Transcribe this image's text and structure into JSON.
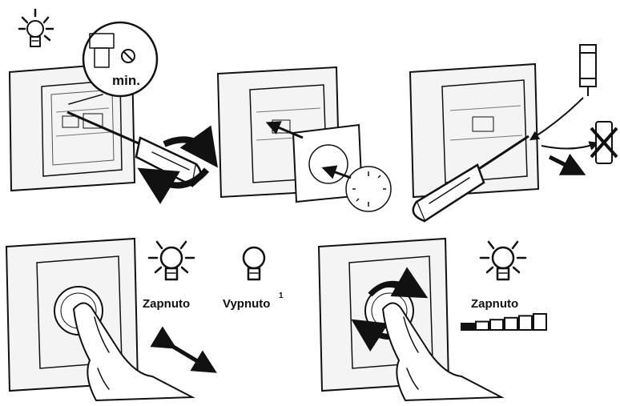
{
  "panels": {
    "p1": {
      "zoom_label": "min."
    },
    "p4": {
      "on_label": "Zapnuto",
      "off_label": "Vypnuto",
      "off_footnote": "1"
    },
    "p5": {
      "on_label": "Zapnuto",
      "level_segments": 6
    }
  },
  "colors": {
    "line": "#111111",
    "frame_fill": "#f4f4f4",
    "background": "#ffffff"
  },
  "icons": [
    "bulb-glowing-icon",
    "screwdriver-icon",
    "rotate-arrows-icon",
    "fuse-icon",
    "crossed-out-fuse-icon",
    "arrow-icon",
    "hand-icon",
    "double-arrow-icon",
    "bulb-off-icon",
    "brightness-level-icon"
  ]
}
